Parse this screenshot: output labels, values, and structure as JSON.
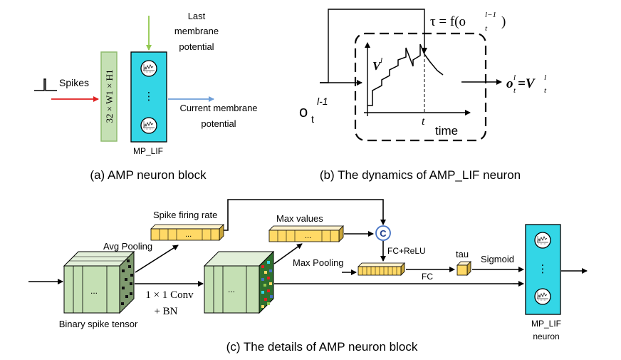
{
  "panel_a": {
    "spikes_label": "Spikes",
    "feature_dims": "32 × W1 × H1",
    "last_membrane": [
      "Last",
      "membrane",
      "potential"
    ],
    "current_membrane": [
      "Current membrane",
      "potential"
    ],
    "mp_lif_label": "MP_LIF",
    "ellipsis": "⋮",
    "caption": "(a) AMP neuron block"
  },
  "panel_b": {
    "input_label": "o",
    "input_superscript": "l-1",
    "input_subscript": "t",
    "tau_formula": "τ = f(o",
    "tau_formula_superscript": "l−1",
    "tau_formula_subscript": "t",
    "tau_formula_close": ")",
    "v_axis_label": "V",
    "v_axis_superscript": "l",
    "time_axis_label": "time",
    "t_tick_label": "t",
    "output_formula": "o",
    "output_superscript": "l",
    "output_subscript": "t",
    "output_equals": "=V",
    "output_v_superscript": "l",
    "output_v_subscript": "t",
    "caption": "(b) The dynamics of AMP_LIF neuron"
  },
  "panel_c": {
    "spike_firing_rate": "Spike firing rate",
    "avg_pooling": "Avg Pooling",
    "max_values": "Max values",
    "max_pooling": "Max Pooling",
    "concat_symbol": "C",
    "fc_relu": "FC+ReLU",
    "fc": "FC",
    "tau": "tau",
    "sigmoid": "Sigmoid",
    "conv_label": "1 × 1 Conv",
    "bn_label": "+ BN",
    "binary_tensor_label": "Binary spike tensor",
    "vector_ellipsis": "...",
    "cube_ellipsis": "...",
    "neuron_label": [
      "MP_LIF",
      "neuron"
    ],
    "ellipsis": "⋮",
    "caption": "(c) The details of AMP neuron block"
  },
  "colors": {
    "green_fill": "#c5e0b4",
    "green_border": "#8fbc6f",
    "cyan_fill": "#33d6e6",
    "yellow_fill": "#ffd966",
    "red_arrow": "#e02020",
    "green_arrow": "#92c84f",
    "blue_arrow": "#6f9fd8",
    "concat_circle_border": "#4472c4"
  }
}
